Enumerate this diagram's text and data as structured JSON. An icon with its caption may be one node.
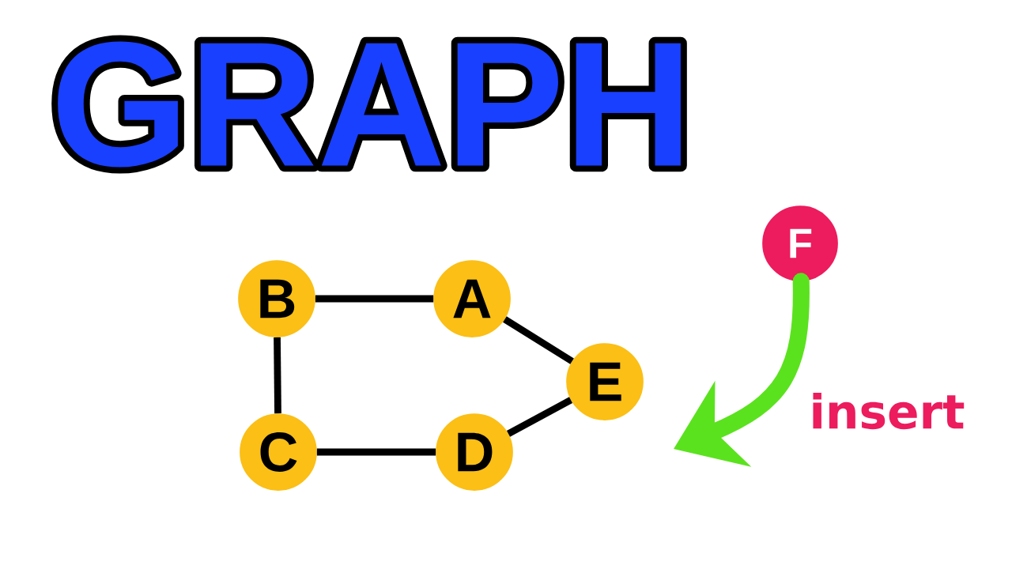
{
  "diagram": {
    "title": "GRAPH",
    "nodes": [
      {
        "text": [
          "B"
        ]
      },
      {
        "text": [
          "A"
        ]
      },
      {
        "text": [
          "E"
        ]
      },
      {
        "text": [
          "C"
        ]
      },
      {
        "text": [
          "D"
        ]
      },
      {
        "text": [
          "F"
        ]
      }
    ],
    "edges": [
      {
        "from": 0,
        "to": 1,
        "arrow": "none"
      },
      {
        "from": 1,
        "to": 2,
        "arrow": "none"
      },
      {
        "from": 2,
        "to": 4,
        "arrow": "none"
      },
      {
        "from": 4,
        "to": 3,
        "arrow": "none"
      },
      {
        "from": 3,
        "to": 0,
        "arrow": "none"
      },
      {
        "from": 5,
        "to": null,
        "arrow": "to",
        "label": "insert",
        "style": "thick",
        "color": "#5be21e"
      }
    ]
  }
}
